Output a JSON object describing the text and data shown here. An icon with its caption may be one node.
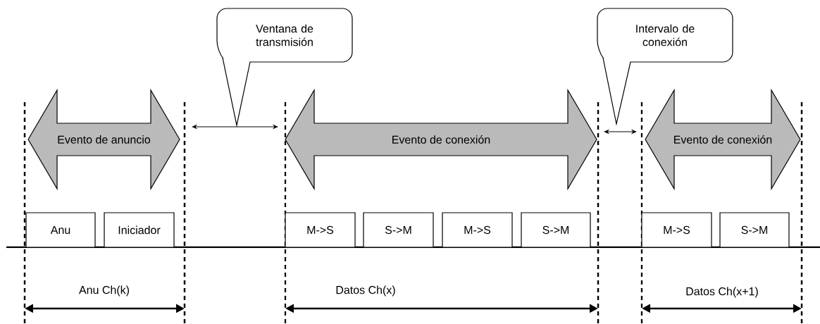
{
  "diagram": {
    "nodes": [
      {
        "text": [
          "Ventana de transmisión"
        ]
      },
      {
        "text": [
          "Intervalo de conexión"
        ]
      },
      {
        "text": [
          "Evento de anuncio"
        ]
      },
      {
        "text": [
          "Evento de conexión"
        ]
      },
      {
        "text": [
          "Evento de conexión"
        ]
      },
      {
        "text": [
          "Anu"
        ]
      },
      {
        "text": [
          "Iniciador"
        ]
      },
      {
        "text": [
          "M->S"
        ]
      },
      {
        "text": [
          "S->M"
        ]
      },
      {
        "text": [
          "M->S"
        ]
      },
      {
        "text": [
          "S->M"
        ]
      },
      {
        "text": [
          "M->S"
        ]
      },
      {
        "text": [
          "S->M"
        ]
      }
    ],
    "labels": [
      "Anu Ch(k)",
      "Datos Ch(x)",
      "Datos Ch(x+1)"
    ]
  }
}
